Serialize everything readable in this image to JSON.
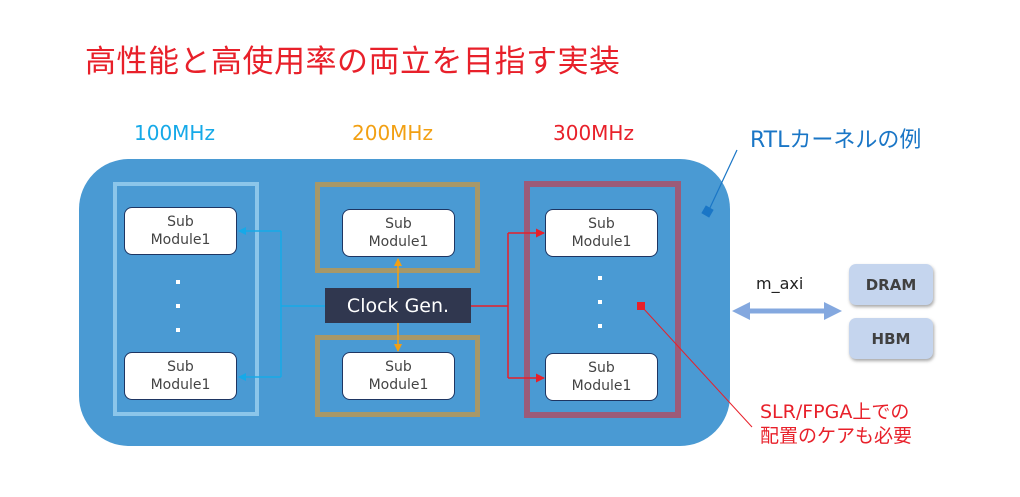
{
  "title": "高性能と高使用率の両立を目指す実装",
  "frequencies": {
    "f100": "100MHz",
    "f200": "200MHz",
    "f300": "300MHz"
  },
  "callout": "RTLカーネルの例",
  "sub_module": {
    "line1": "Sub",
    "line2": "Module1"
  },
  "clock_gen": "Clock Gen.",
  "interface_label": "m_axi",
  "memories": [
    "DRAM",
    "HBM"
  ],
  "note": {
    "line1": "SLR/FPGA上での",
    "line2": "配置のケアも必要"
  },
  "colors": {
    "title_red": "#e8202a",
    "clk100": "#16a9e8",
    "clk200": "#f2a013",
    "clk300": "#e8202a",
    "kernel_bg": "#4a9ad3",
    "callout_blue": "#1a76c6"
  }
}
